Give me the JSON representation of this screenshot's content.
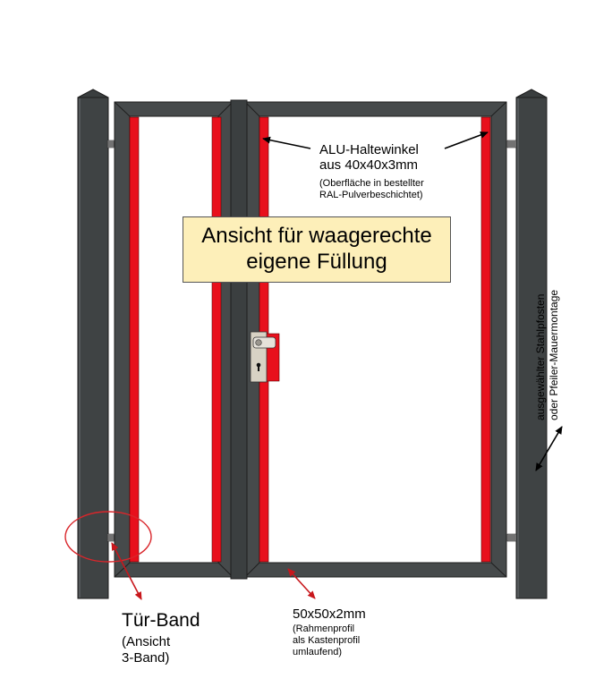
{
  "title_box": {
    "line1": "Ansicht für waagerechte",
    "line2": "eigene Füllung"
  },
  "alu_label": {
    "line1": "ALU-Haltewinkel",
    "line2": "aus 40x40x3mm",
    "line3": "(Oberfläche in bestellter",
    "line4": "RAL-Pulverbeschichtet)"
  },
  "post_label": {
    "line1": "ausgewählter Stahlpfosten",
    "line2": "oder Pfeiler-Mauermontage"
  },
  "hinge_label": {
    "line1": "Tür-Band",
    "line2": "(Ansicht",
    "line3": "3-Band)"
  },
  "frame_label": {
    "line1": "50x50x2mm",
    "line2": "(Rahmenprofil",
    "line3": "als Kastenprofil",
    "line4": "umlaufend)"
  },
  "colors": {
    "frame": "#464a4b",
    "post": "#3f4344",
    "angle_red": "#e8101c",
    "note_bg": "#fdefb9",
    "arrow": "#c8171c",
    "hinge_ring": "#d9262b"
  }
}
